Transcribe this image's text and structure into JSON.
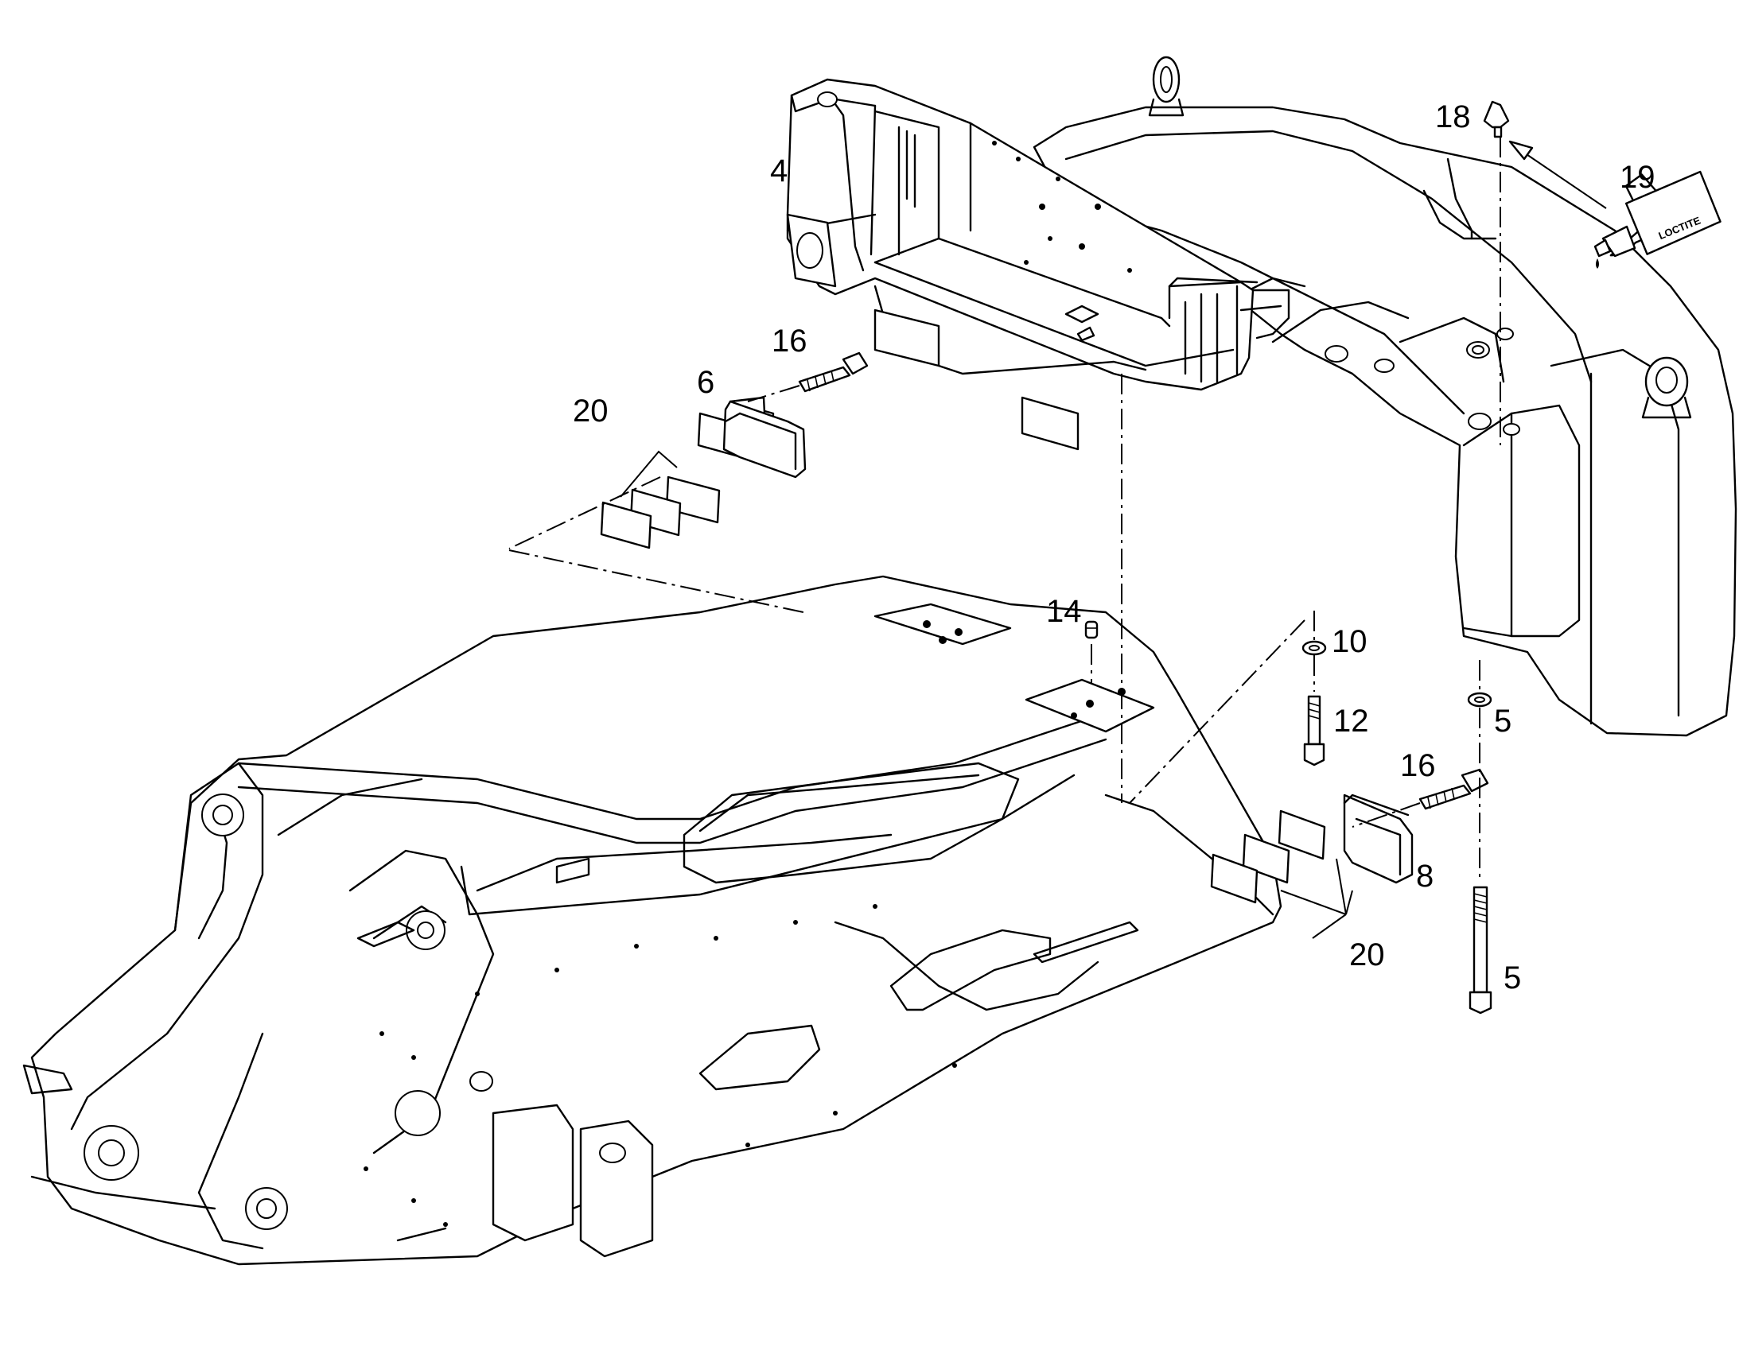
{
  "callouts": {
    "c4": "4",
    "c5a": "5",
    "c5b": "5",
    "c6": "6",
    "c8": "8",
    "c10": "10",
    "c12": "12",
    "c14": "14",
    "c16a": "16",
    "c16b": "16",
    "c18": "18",
    "c19": "19",
    "c20a": "20",
    "c20b": "20"
  },
  "tube_label": "LOCTITE",
  "icons": {
    "sealant_tube": "sealant-tube-icon",
    "arrow": "arrow-icon"
  }
}
